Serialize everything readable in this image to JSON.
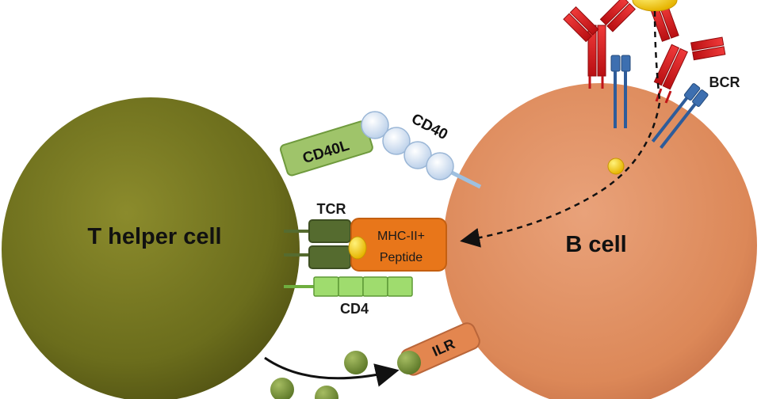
{
  "labels": {
    "t_helper_cell": "T helper cell",
    "b_cell": "B cell",
    "cd40l": "CD40L",
    "cd40": "CD40",
    "tcr": "TCR",
    "mhc_line1": "MHC-II+",
    "mhc_line2": "Peptide",
    "cd4": "CD4",
    "ilr": "ILR",
    "bcr": "BCR"
  },
  "colors": {
    "t_cell": "#6b6d1c",
    "b_cell": "#de8a5a",
    "cd40l": "#9fc46a",
    "cd40_bead": "#dbe8f7",
    "tcr": "#556b2f",
    "mhc": "#e8761a",
    "peptide": "#f5c518",
    "cd4": "#9fdc6e",
    "ilr": "#e3864f",
    "antibody": "#d7191c",
    "bcr": "#2e5c9a"
  }
}
